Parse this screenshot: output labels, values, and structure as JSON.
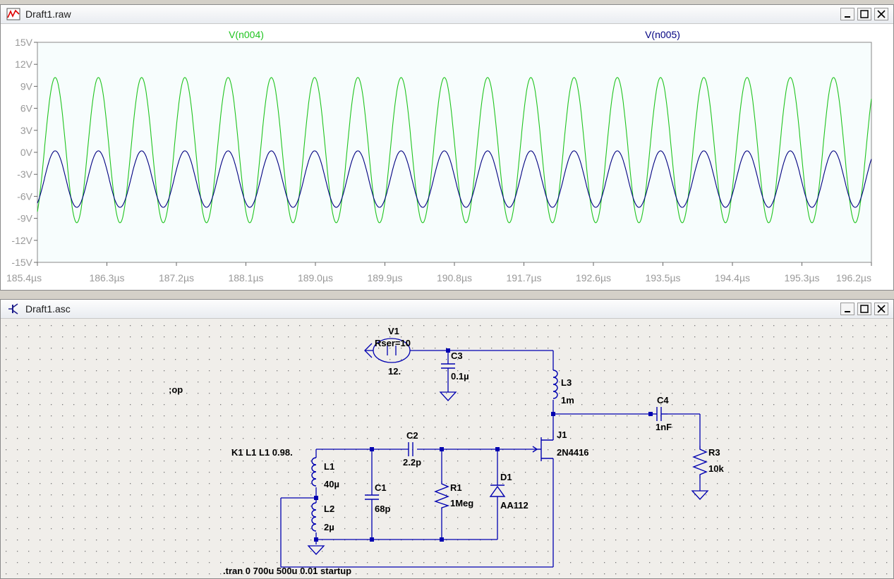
{
  "waveform_window": {
    "title": "Draft1.raw",
    "plot_bg": "#f7fdfd",
    "chart_data": {
      "type": "line",
      "xlabel": "",
      "ylabel": "",
      "x_unit": "µs",
      "xlim": [
        185.4,
        196.2
      ],
      "ylim": [
        -15,
        15
      ],
      "yticks": [
        15,
        12,
        9,
        6,
        3,
        0,
        -3,
        -6,
        -9,
        -12,
        -15
      ],
      "ytick_labels": [
        "15V",
        "12V",
        "9V",
        "6V",
        "3V",
        "0V",
        "-3V",
        "-6V",
        "-9V",
        "-12V",
        "-15V"
      ],
      "xticks": [
        185.4,
        186.3,
        187.2,
        188.1,
        189.0,
        189.9,
        190.8,
        191.7,
        192.6,
        193.5,
        194.4,
        195.3,
        196.2
      ],
      "xtick_labels": [
        "185.4µs",
        "186.3µs",
        "187.2µs",
        "188.1µs",
        "189.0µs",
        "189.9µs",
        "190.8µs",
        "191.7µs",
        "192.6µs",
        "193.5µs",
        "194.4µs",
        "195.3µs",
        "196.2µs"
      ],
      "grid": false,
      "series": [
        {
          "name": "V(n004)",
          "color": "#1fc41f",
          "max": 10.2,
          "min": -9.6,
          "peak_times": [
            185.63,
            186.19,
            186.76,
            187.32,
            187.88,
            188.44,
            189.01,
            189.57,
            190.13,
            190.7,
            191.26,
            191.82,
            192.38,
            192.95,
            193.51,
            194.07,
            194.63,
            195.2,
            195.76
          ]
        },
        {
          "name": "V(n005)",
          "color": "#000080",
          "max": 0.2,
          "min": -7.5,
          "peak_times": [
            185.63,
            186.19,
            186.76,
            187.32,
            187.88,
            188.44,
            189.01,
            189.57,
            190.13,
            190.7,
            191.26,
            191.82,
            192.38,
            192.95,
            193.51,
            194.07,
            194.63,
            195.2,
            195.76
          ]
        }
      ]
    }
  },
  "schematic_window": {
    "title": "Draft1.asc",
    "wire_color": "#0000b0",
    "labels": {
      "v1_name": "V1",
      "v1_rser": "Rser=10",
      "v1_value": "12.",
      "c3_name": "C3",
      "c3_value": "0.1µ",
      "l3_name": "L3",
      "l3_value": "1m",
      "c4_name": "C4",
      "c4_value": "1nF",
      "r3_name": "R3",
      "r3_value": "10k",
      "j1_name": "J1",
      "j1_value": "2N4416",
      "c2_name": "C2",
      "c2_value": "2.2p",
      "k1": "K1 L1 L1 0.98.",
      "l1_name": "L1",
      "l1_value": "40µ",
      "l2_name": "L2",
      "l2_value": "2µ",
      "c1_name": "C1",
      "c1_value": "68p",
      "r1_name": "R1",
      "r1_value": "1Meg",
      "d1_name": "D1",
      "d1_value": "AA112",
      "op": ";op",
      "tran": ".tran 0 700u 500u 0.01 startup"
    }
  }
}
